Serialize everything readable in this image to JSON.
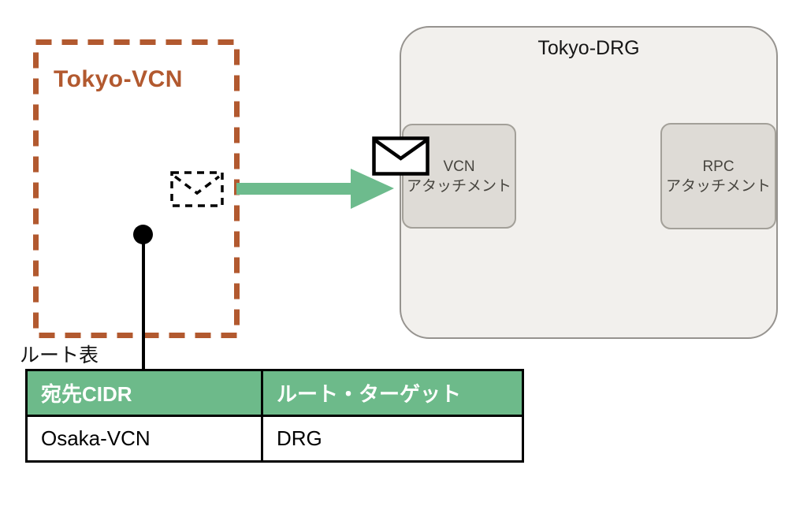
{
  "vcn": {
    "title": "Tokyo-VCN"
  },
  "drg": {
    "title": "Tokyo-DRG",
    "attachments": [
      {
        "line1": "VCN",
        "line2": "アタッチメント"
      },
      {
        "line1": "RPC",
        "line2": "アタッチメント"
      }
    ]
  },
  "route_table": {
    "label": "ルート表",
    "headers": [
      "宛先CIDR",
      "ルート・ターゲット"
    ],
    "rows": [
      [
        "Osaka-VCN",
        "DRG"
      ]
    ]
  },
  "icons": {
    "solid_envelope": "envelope-icon",
    "dashed_envelope": "envelope-outline-dashed-icon",
    "arrow": "arrow-right"
  },
  "colors": {
    "vcn_accent": "#b2592f",
    "green_accent": "#6dba8a",
    "arrow_green": "#6dbb8d",
    "drg_fill": "#f2f0ed",
    "drg_border": "#96938f",
    "attachment_fill": "#dedbd6",
    "attachment_border": "#a3a099",
    "table_header_bg": "#6dba8a",
    "table_header_text": "#ffffff",
    "table_border": "#000000"
  }
}
